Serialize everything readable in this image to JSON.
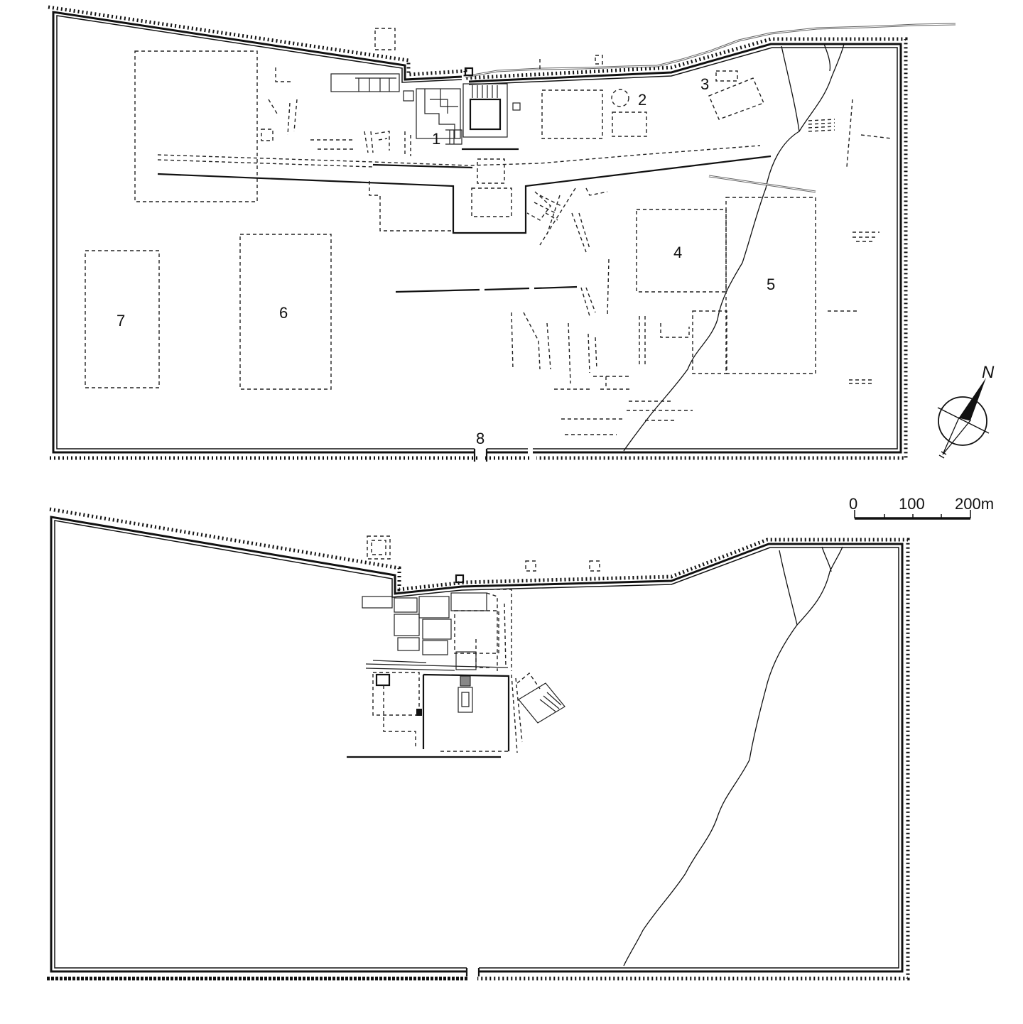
{
  "top_plan": {
    "labels": {
      "l1": "1",
      "l2": "2",
      "l3": "3",
      "l4": "4",
      "l5": "5",
      "l6": "6",
      "l7": "7",
      "l8": "8"
    }
  },
  "north_arrow": {
    "label": "N",
    "icon": "north-arrow-icon"
  },
  "scale_bar": {
    "ticks": [
      "0",
      "100",
      "200m"
    ]
  }
}
